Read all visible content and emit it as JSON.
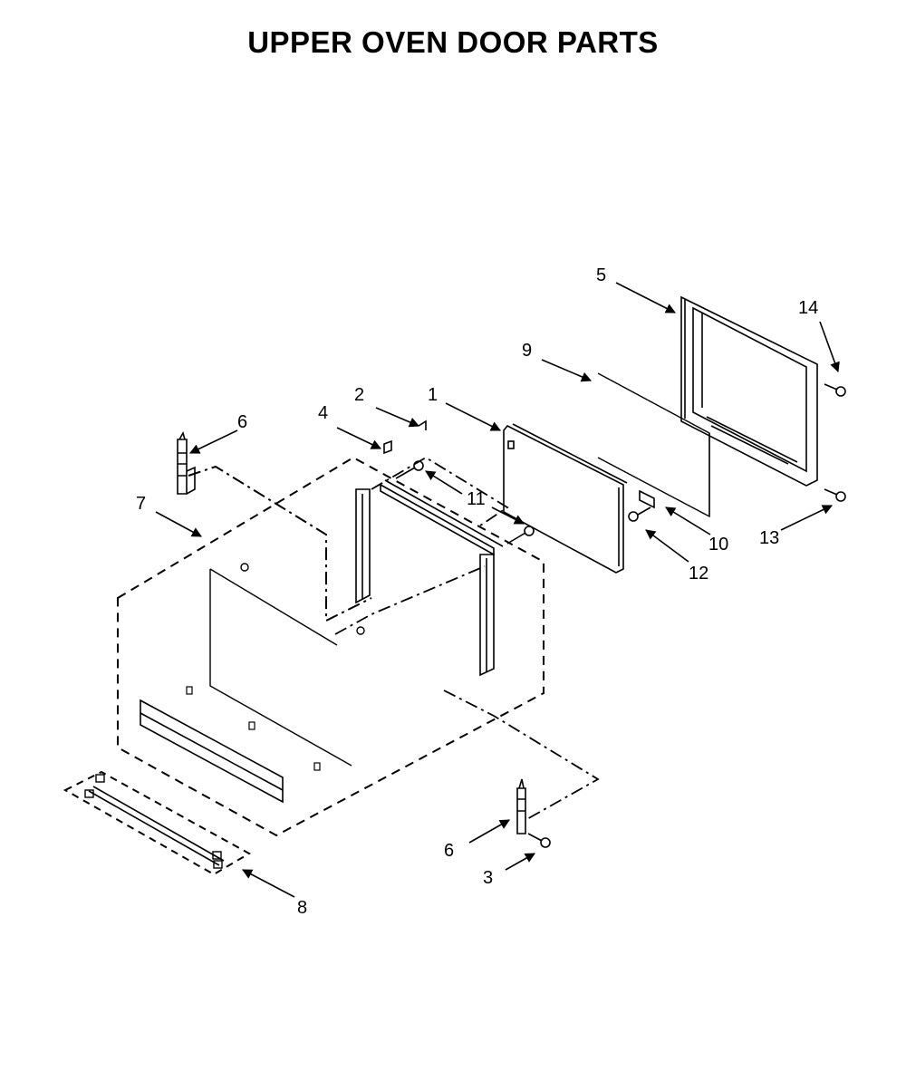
{
  "title": "UPPER OVEN DOOR PARTS",
  "callouts": {
    "c1": "1",
    "c2": "2",
    "c3": "3",
    "c4": "4",
    "c5": "5",
    "c6a": "6",
    "c6b": "6",
    "c7": "7",
    "c8": "8",
    "c9": "9",
    "c10": "10",
    "c11": "11",
    "c12": "12",
    "c13": "13",
    "c14": "14"
  },
  "colors": {
    "line": "#000000",
    "background": "#ffffff"
  }
}
